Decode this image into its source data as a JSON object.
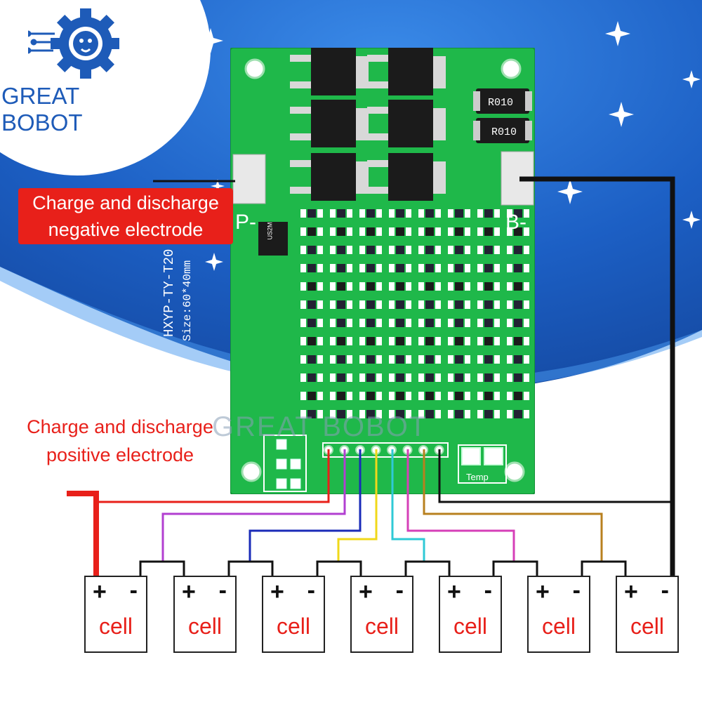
{
  "brand": {
    "name": "GREAT BOBOT"
  },
  "labels": {
    "negative_line1": "Charge and discharge",
    "negative_line2": "negative electrode",
    "positive_line1": "Charge and discharge",
    "positive_line2": "positive electrode"
  },
  "board": {
    "terminal_p": "P-",
    "terminal_b": "B-",
    "model_line1": "HXYP-TY-T20",
    "model_line2": "Size:60*40mm",
    "resistor_1": "R010",
    "resistor_2": "R010",
    "temp_label": "Temp",
    "chip_label": "US2M",
    "watermark": "GREAT BOBOT"
  },
  "cells": [
    {
      "plus": "+",
      "minus": "-",
      "label": "cell"
    },
    {
      "plus": "+",
      "minus": "-",
      "label": "cell"
    },
    {
      "plus": "+",
      "minus": "-",
      "label": "cell"
    },
    {
      "plus": "+",
      "minus": "-",
      "label": "cell"
    },
    {
      "plus": "+",
      "minus": "-",
      "label": "cell"
    },
    {
      "plus": "+",
      "minus": "-",
      "label": "cell"
    },
    {
      "plus": "+",
      "minus": "-",
      "label": "cell"
    }
  ],
  "colors": {
    "background_blue": "#1e63c9",
    "pcb_green": "#1fb84a",
    "label_red": "#e8201a",
    "brand_blue": "#1e5bb8",
    "wire_red": "#e8201a",
    "wire_purple": "#b23fd1",
    "wire_blue": "#1a2bb8",
    "wire_yellow": "#f0d81a",
    "wire_cyan": "#2fc9d6",
    "wire_magenta": "#d63fb8",
    "wire_brown": "#b8801f",
    "wire_black": "#111111"
  },
  "wires": [
    "red",
    "purple",
    "blue",
    "yellow",
    "cyan",
    "magenta",
    "brown",
    "black"
  ]
}
